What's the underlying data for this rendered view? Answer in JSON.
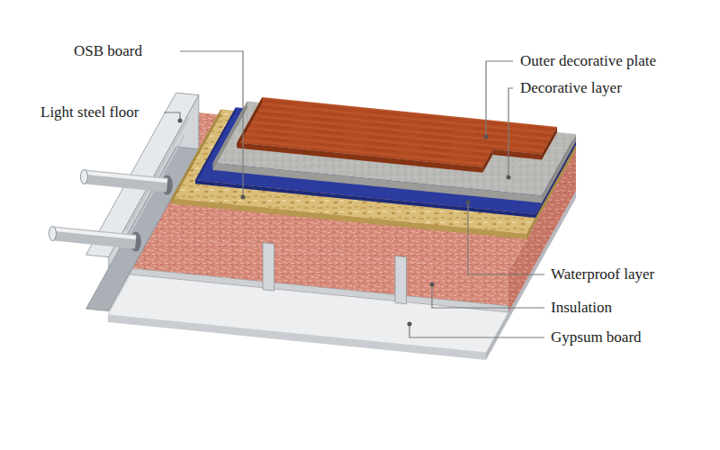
{
  "diagram": {
    "labels": [
      "OSB board",
      "Light steel floor",
      "Outer decorative plate",
      "Decorative layer",
      "Waterproof layer",
      "Insulation",
      "Gypsum board"
    ]
  }
}
